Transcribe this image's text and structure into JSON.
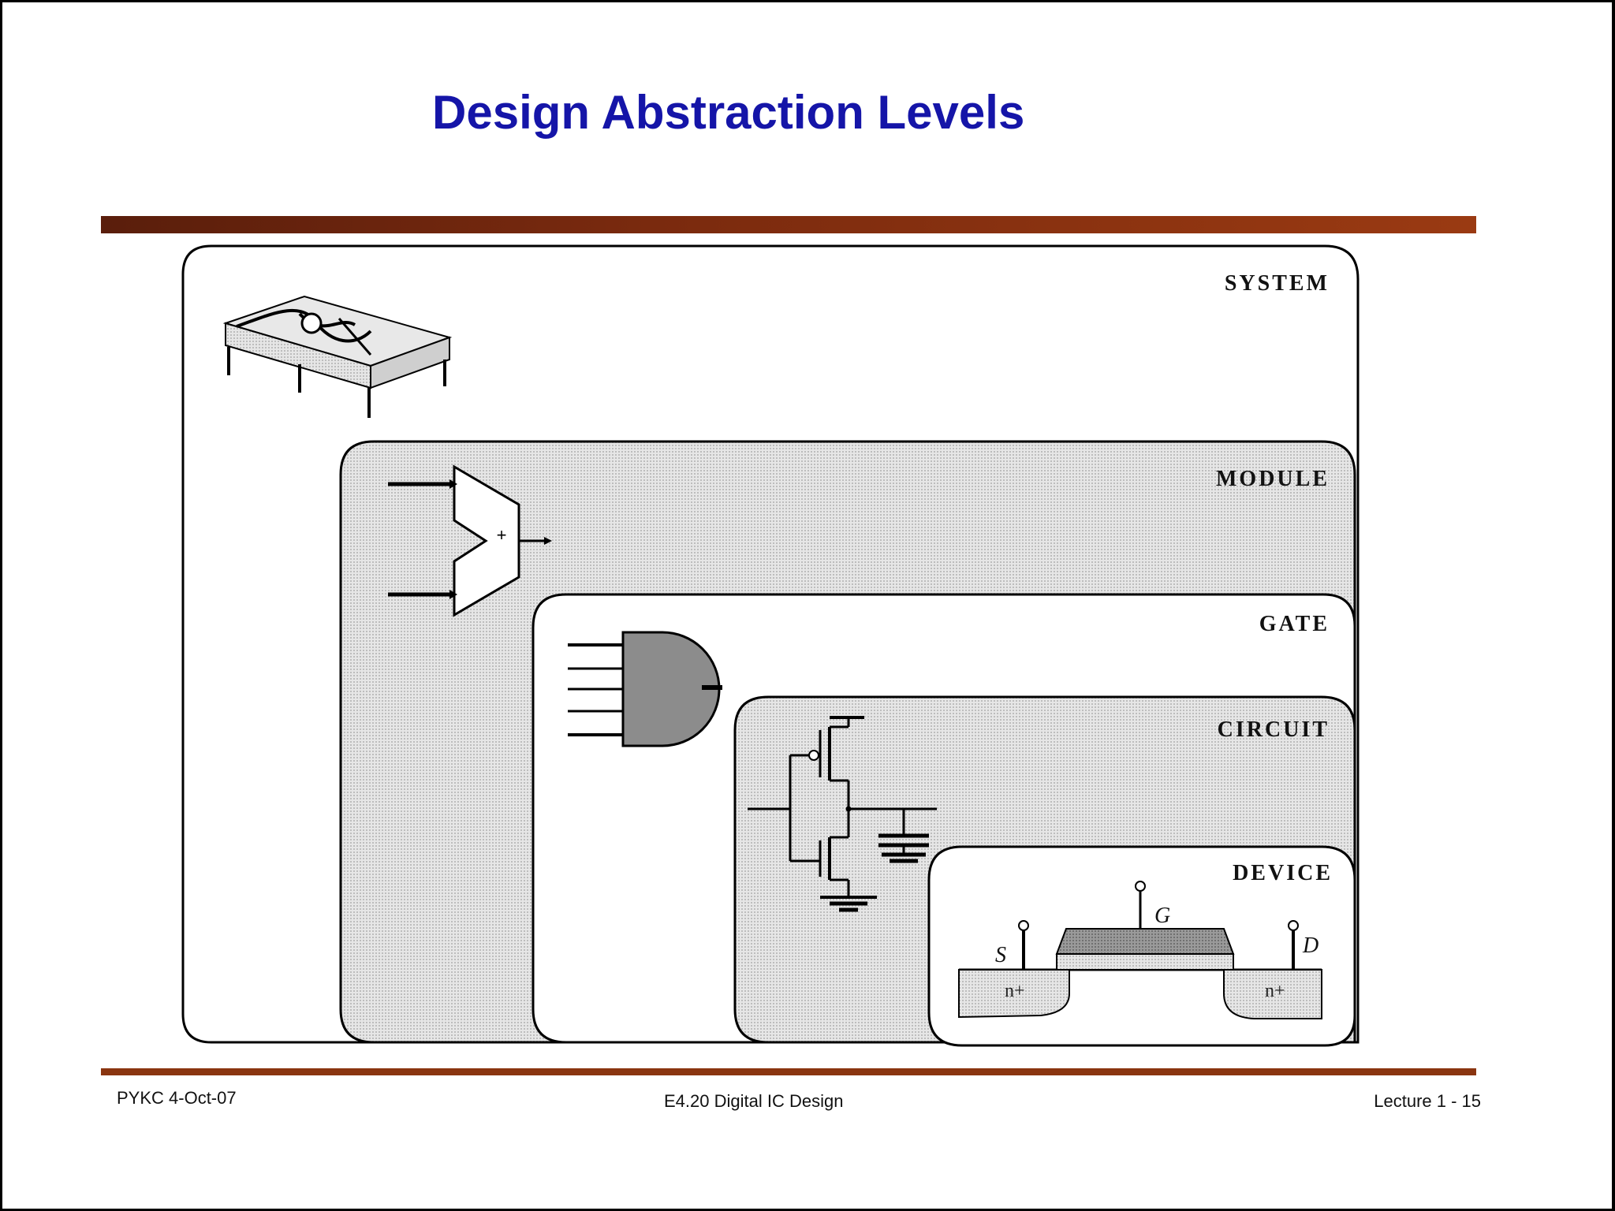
{
  "slide": {
    "title": "Design Abstraction Levels"
  },
  "levels": {
    "system": "SYSTEM",
    "module": "MODULE",
    "gate": "GATE",
    "circuit": "CIRCUIT",
    "device": "DEVICE"
  },
  "device_terminals": {
    "source": "S",
    "gate": "G",
    "drain": "D",
    "left_diffusion": "n+",
    "right_diffusion": "n+"
  },
  "adder_symbol": "+",
  "footer": {
    "left": "PYKC 4-Oct-07",
    "center": "E4.20 Digital IC Design",
    "right": "Lecture 1 - 15"
  },
  "colors": {
    "title": "#1515a8",
    "rule": "#8a3510",
    "dotted_fill": "#d9d9d9",
    "gate_fill": "#8c8c8c"
  }
}
